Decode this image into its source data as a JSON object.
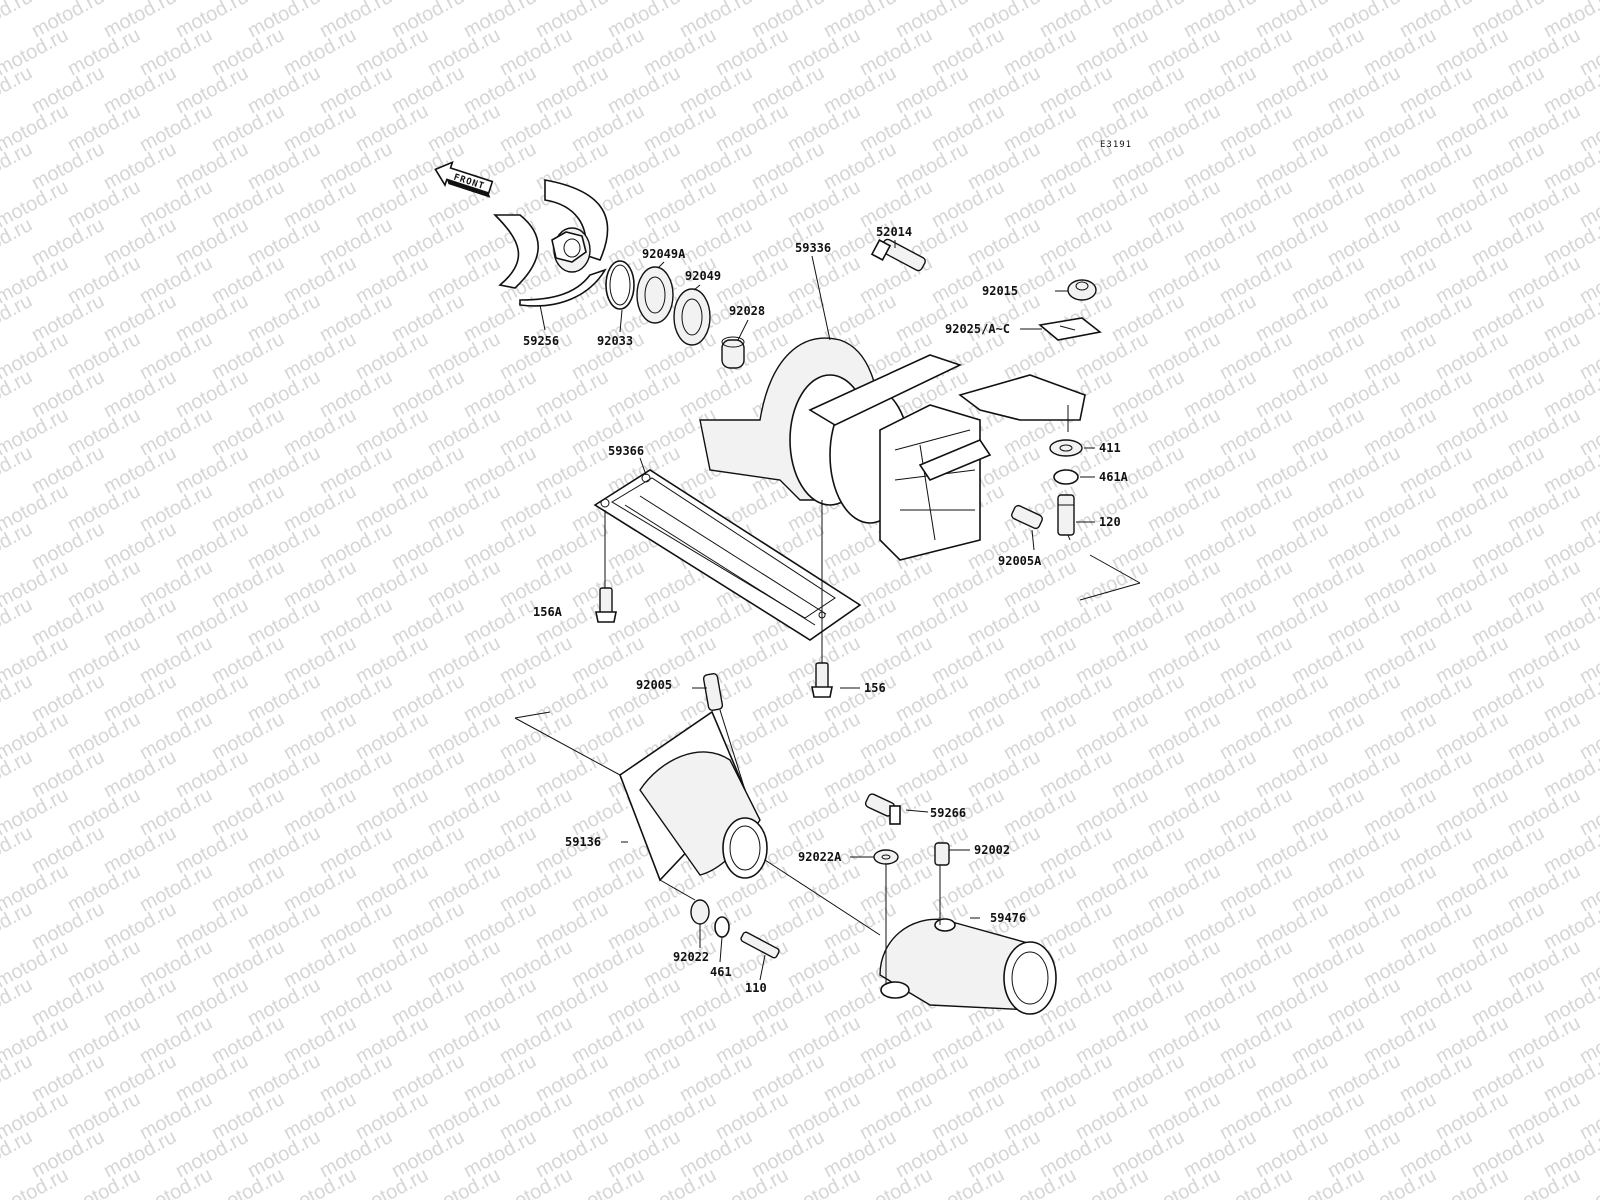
{
  "diagram": {
    "code": "E3191",
    "front_label": "FRONT",
    "watermark": "motod.ru",
    "parts": [
      {
        "id": "p59256",
        "label": "59256"
      },
      {
        "id": "p92033",
        "label": "92033"
      },
      {
        "id": "p92049A",
        "label": "92049A"
      },
      {
        "id": "p92049",
        "label": "92049"
      },
      {
        "id": "p92028",
        "label": "92028"
      },
      {
        "id": "p59336",
        "label": "59336"
      },
      {
        "id": "p52014",
        "label": "52014"
      },
      {
        "id": "p92015",
        "label": "92015"
      },
      {
        "id": "p92025",
        "label": "92025/A~C"
      },
      {
        "id": "p411",
        "label": "411"
      },
      {
        "id": "p461A",
        "label": "461A"
      },
      {
        "id": "p120",
        "label": "120"
      },
      {
        "id": "p92005A",
        "label": "92005A"
      },
      {
        "id": "p59366",
        "label": "59366"
      },
      {
        "id": "p156A",
        "label": "156A"
      },
      {
        "id": "p156",
        "label": "156"
      },
      {
        "id": "p92005",
        "label": "92005"
      },
      {
        "id": "p59266",
        "label": "59266"
      },
      {
        "id": "p92022A",
        "label": "92022A"
      },
      {
        "id": "p92002",
        "label": "92002"
      },
      {
        "id": "p59136",
        "label": "59136"
      },
      {
        "id": "p59476",
        "label": "59476"
      },
      {
        "id": "p92022",
        "label": "92022"
      },
      {
        "id": "p461",
        "label": "461"
      },
      {
        "id": "p110",
        "label": "110"
      }
    ]
  }
}
